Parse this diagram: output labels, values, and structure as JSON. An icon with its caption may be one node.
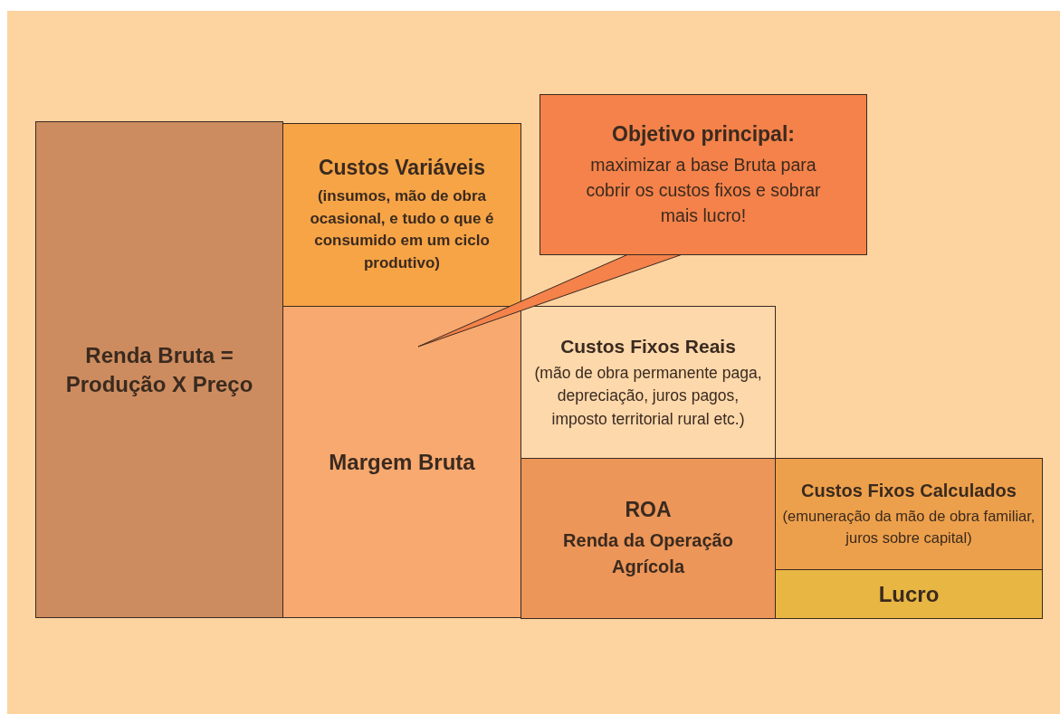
{
  "diagram": {
    "nodes": [
      {
        "text": [
          "Renda Bruta = Produção X Preço"
        ]
      },
      {
        "text": [
          "Custos Variáveis",
          "(insumos, mão de obra ocasional, e tudo o que é consumido em um ciclo produtivo)"
        ]
      },
      {
        "text": [
          "Margem Bruta"
        ]
      },
      {
        "text": [
          "Custos Fixos Reais",
          "(mão de obra permanente paga, depreciação, juros pagos, imposto territorial rural etc.)"
        ]
      },
      {
        "text": [
          "ROA",
          "Renda da Operação Agrícola"
        ]
      },
      {
        "text": [
          "Custos Fixos Calculados",
          "(emuneração da mão de obra familiar, juros sobre capital)"
        ]
      },
      {
        "text": [
          "Lucro"
        ]
      },
      {
        "text": [
          "Objetivo principal:",
          "maximizar a base Bruta para cobrir os custos fixos e sobrar mais lucro!"
        ]
      }
    ]
  }
}
